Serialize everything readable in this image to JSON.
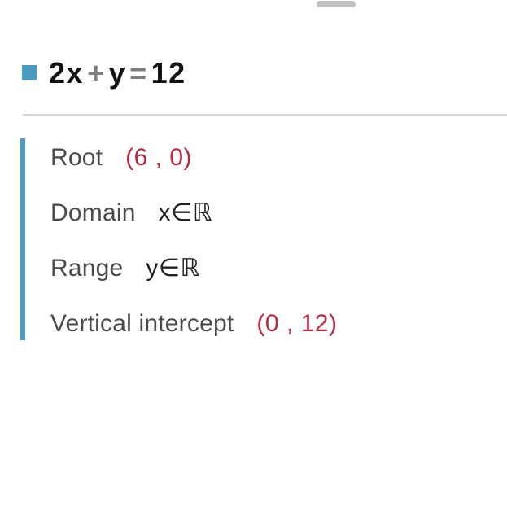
{
  "colors": {
    "accent_blue": "#4a9bc6",
    "value_red": "#b62b42",
    "label_gray": "#4a4a4a",
    "equation_dark": "#121212",
    "operator_gray": "#7e7e7e",
    "divider_gray": "#d7d7d7",
    "handle_gray": "#c1c1c1",
    "background": "#ffffff"
  },
  "sheet": {
    "handle_icon": "drag-handle"
  },
  "equation": {
    "full": "2x+y=12",
    "marker_icon": "blue-square-swatch",
    "terms": {
      "coefficient": "2",
      "var1": "x",
      "plus": "+",
      "var2": "y",
      "equals": "=",
      "rhs": "12"
    }
  },
  "properties": {
    "rows": [
      {
        "label": "Root",
        "value": "(6 , 0)",
        "value_type": "point"
      },
      {
        "label": "Domain",
        "value": "x∈ℝ",
        "value_type": "math"
      },
      {
        "label": "Range",
        "value": "y∈ℝ",
        "value_type": "math"
      },
      {
        "label": "Vertical intercept",
        "value": "(0 , 12)",
        "value_type": "point"
      }
    ]
  }
}
